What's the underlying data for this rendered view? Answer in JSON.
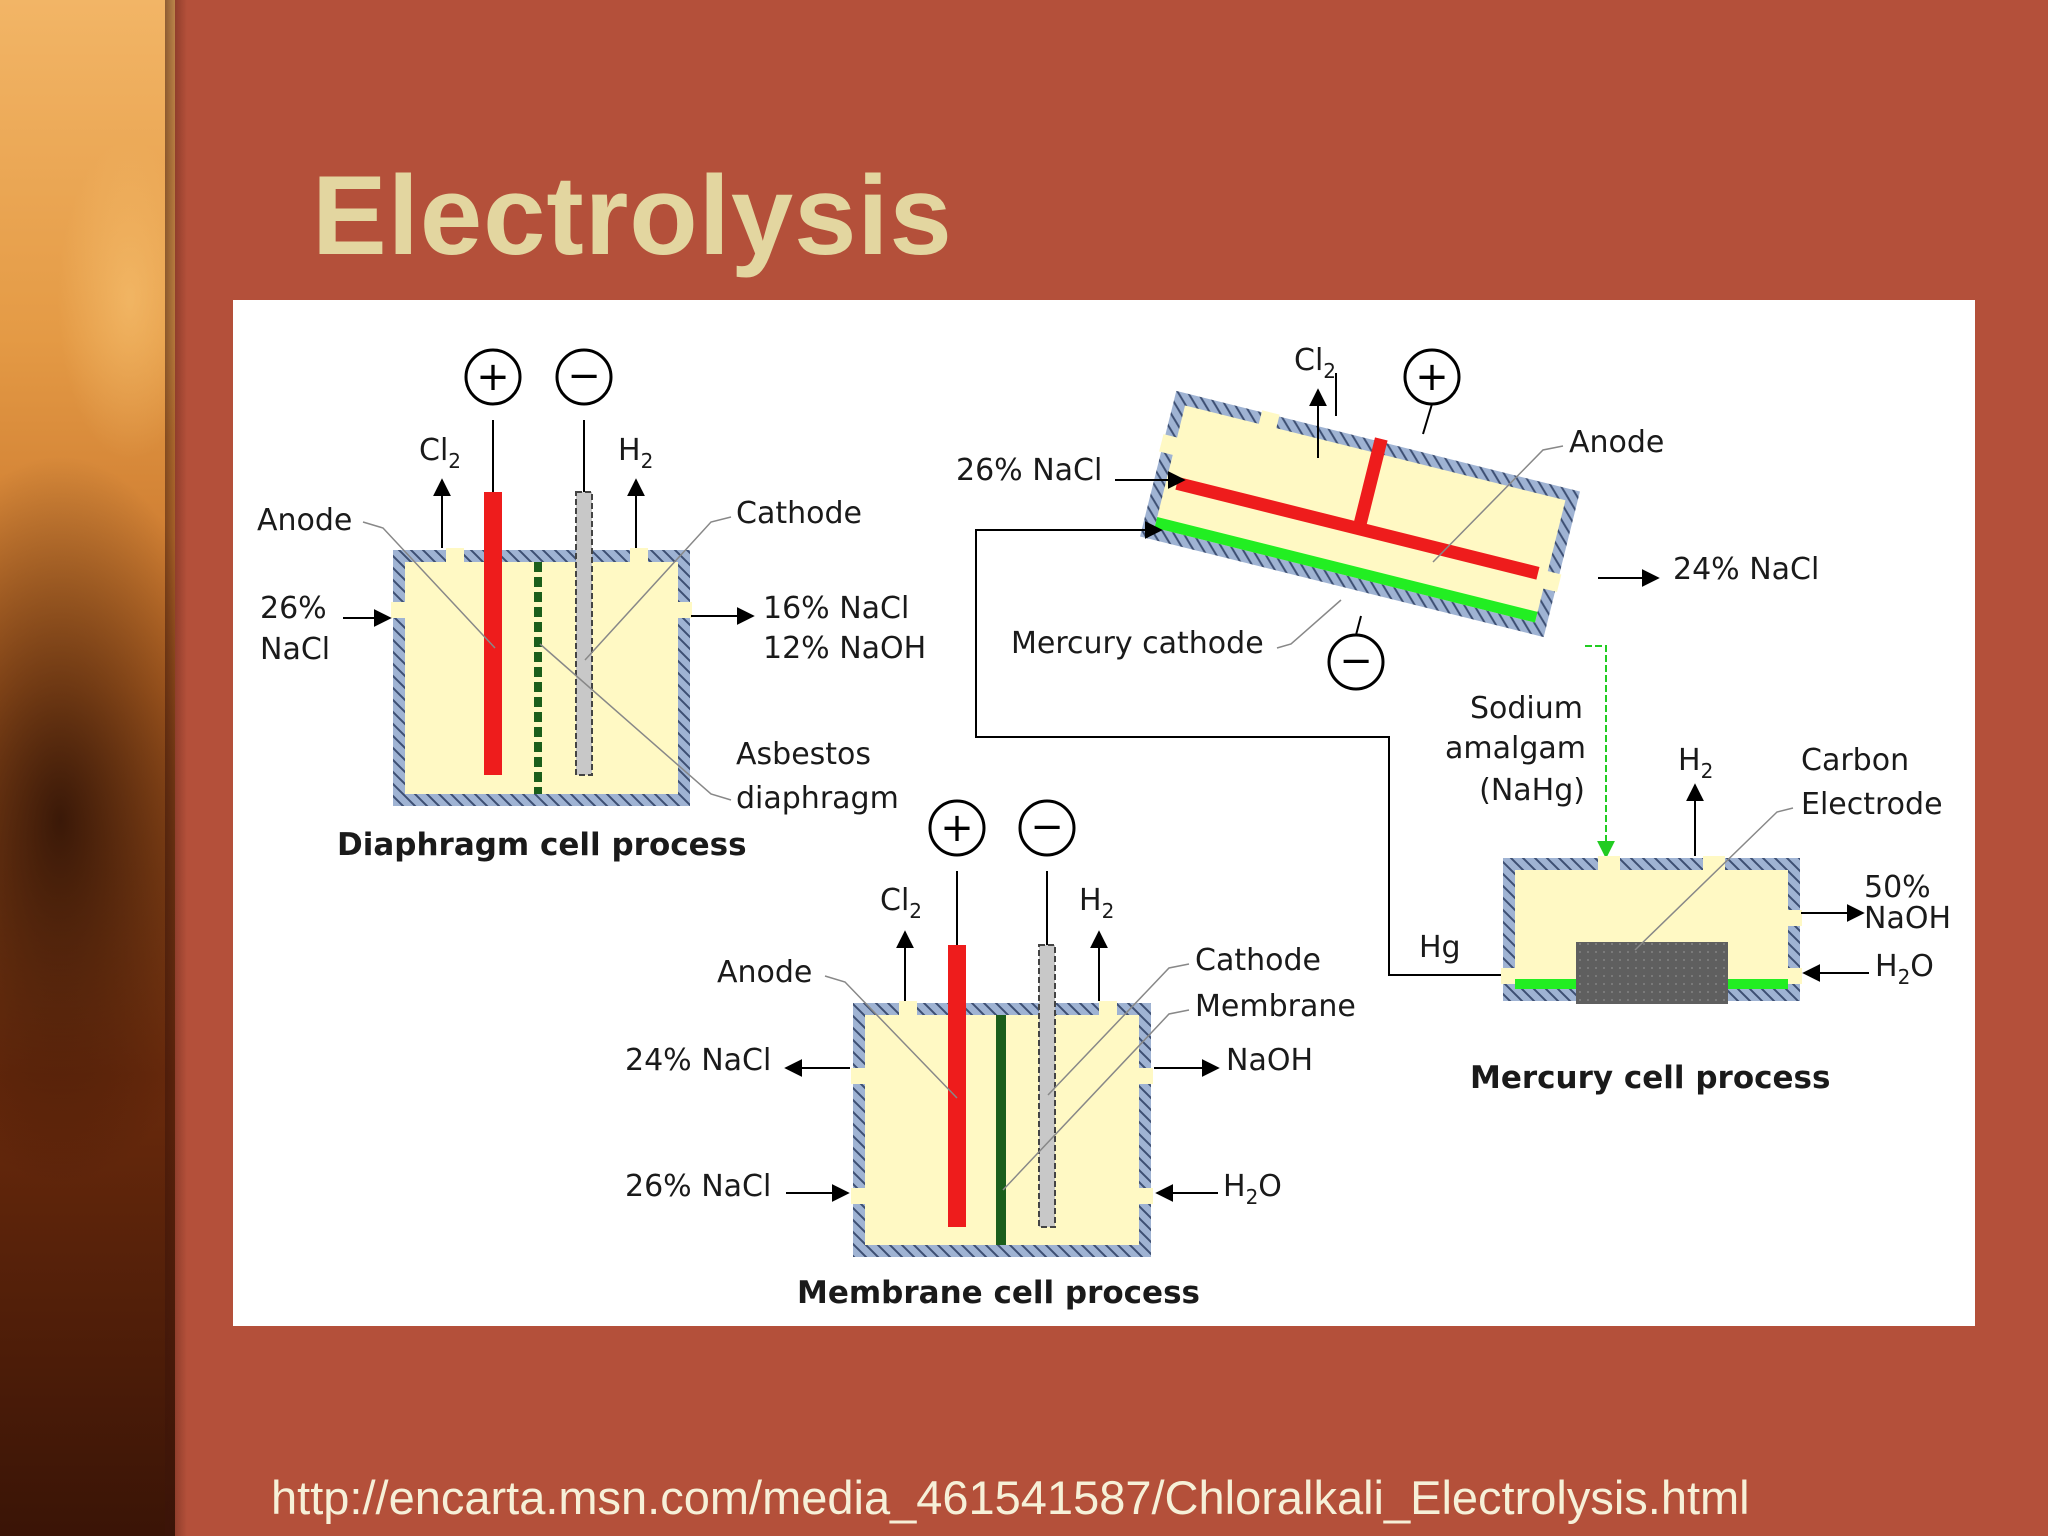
{
  "slide": {
    "title": "Electrolysis",
    "source_url": "http://encarta.msn.com/media_461541587/Chloralkali_Electrolysis.html"
  },
  "colors": {
    "background": "#b4503a",
    "title": "#e3d6a0",
    "electrolyte": "#fff9c4",
    "wall": "#9fb3d3",
    "anode": "#ee1c1c",
    "cathode": "#c8c8c8",
    "mercury": "#22ee22",
    "membrane": "#1b5e1b",
    "carbon": "#666666"
  },
  "diagram": {
    "symbols": {
      "plus": "+",
      "minus": "−"
    },
    "diaphragm_cell": {
      "caption": "Diaphragm cell process",
      "gas_left": "Cl",
      "gas_left_sub": "2",
      "gas_right": "H",
      "gas_right_sub": "2",
      "anode_label": "Anode",
      "cathode_label": "Cathode",
      "inlet_line1": "26%",
      "inlet_line2": "NaCl",
      "outlet_line1": "16% NaCl",
      "outlet_line2": "12% NaOH",
      "diaphragm_line1": "Asbestos",
      "diaphragm_line2": "diaphragm"
    },
    "membrane_cell": {
      "caption": "Membrane cell process",
      "gas_left": "Cl",
      "gas_left_sub": "2",
      "gas_right": "H",
      "gas_right_sub": "2",
      "anode_label": "Anode",
      "cathode_label": "Cathode",
      "membrane_label": "Membrane",
      "outlet_left": "24% NaCl",
      "inlet_left": "26% NaCl",
      "outlet_right": "NaOH",
      "inlet_right": "H",
      "inlet_right_sub": "2",
      "inlet_right_end": "O"
    },
    "mercury_cell": {
      "caption": "Mercury cell process",
      "gas_top": "Cl",
      "gas_top_sub": "2",
      "inlet": "26% NaCl",
      "outlet": "24% NaCl",
      "anode_label": "Anode",
      "cathode_label": "Mercury cathode",
      "amalgam_line1": "Sodium",
      "amalgam_line2": "amalgam",
      "amalgam_line3": "(NaHg)",
      "hg_label": "Hg"
    },
    "decomposer": {
      "gas": "H",
      "gas_sub": "2",
      "carbon_line1": "Carbon",
      "carbon_line2": "Electrode",
      "outlet_line1": "50%",
      "outlet_line2": "NaOH",
      "inlet": "H",
      "inlet_sub": "2",
      "inlet_end": "O"
    }
  }
}
